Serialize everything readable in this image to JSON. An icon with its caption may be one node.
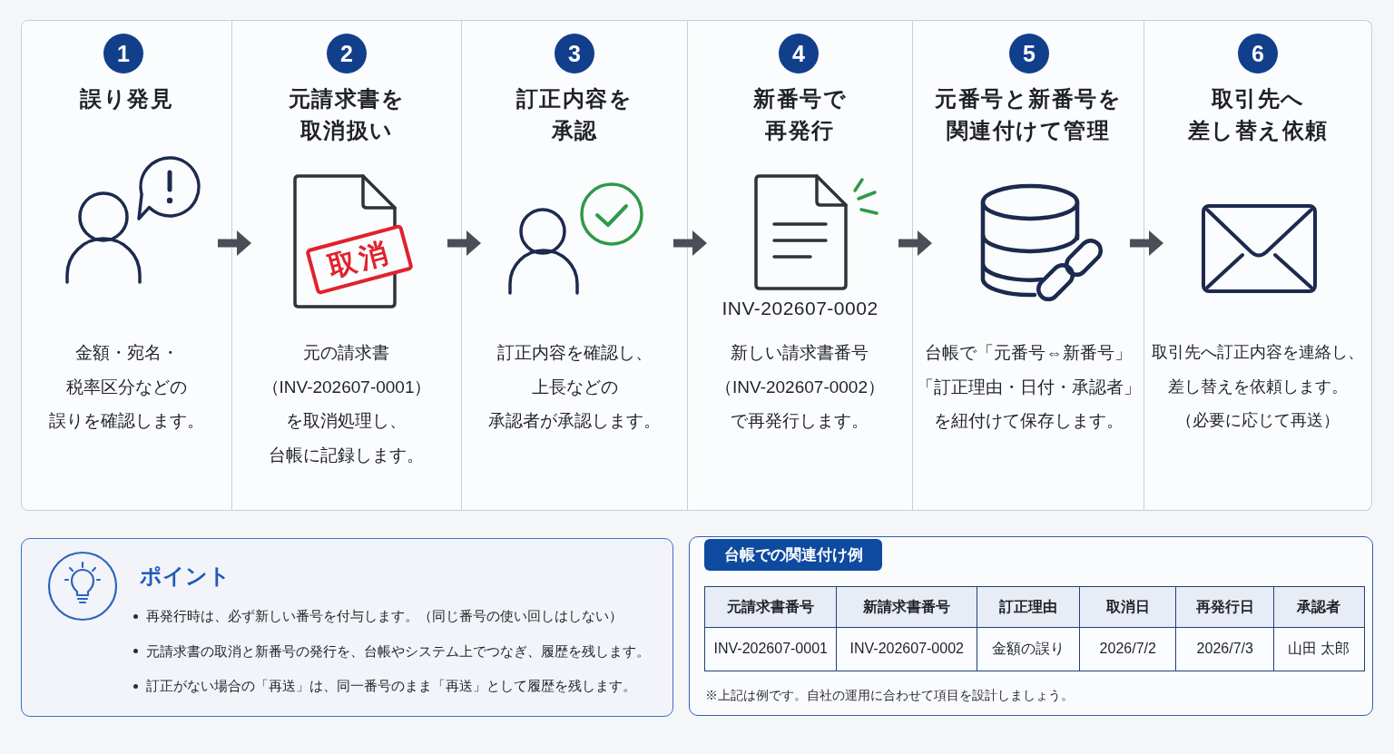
{
  "diagram": {
    "nodes": [
      {
        "text": [
          "誤り発見",
          "金額・宛名・税率区分などの誤りを確認します。"
        ]
      },
      {
        "text": [
          "1"
        ],
        "in": 0
      },
      {
        "text": [
          "元請求書を取消扱い",
          "元の請求書（INV-202607-0001）を取消処理し、台帳に記録します。"
        ]
      },
      {
        "text": [
          "2"
        ],
        "in": 2
      },
      {
        "text": [
          "取消"
        ],
        "in": 2
      },
      {
        "text": [
          "訂正内容を承認",
          "訂正内容を確認し、上長などの承認者が承認します。"
        ]
      },
      {
        "text": [
          "3"
        ],
        "in": 5
      },
      {
        "text": [
          "新番号で再発行",
          "INV-202607-0002",
          "新しい請求書番号（INV-202607-0002）で再発行します。"
        ]
      },
      {
        "text": [
          "4"
        ],
        "in": 7
      },
      {
        "text": [
          "元番号と新番号を関連付けて管理",
          "台帳で「元番号⇔新番号」「訂正理由・日付・承認者」を紐付けて保存します。"
        ]
      },
      {
        "text": [
          "5"
        ],
        "in": 9
      },
      {
        "text": [
          "取引先へ差し替え依頼",
          "取引先へ訂正内容を連絡し、差し替えを依頼します。（必要に応じて再送）"
        ]
      },
      {
        "text": [
          "6"
        ],
        "in": 11
      },
      {
        "text": [
          "ポイント",
          "再発行時は、必ず新しい番号を付与します。（同じ番号の使い回しはしない）",
          "元請求書の取消と新番号の発行を、台帳やシステム上でつなぎ、履歴を残します。",
          "訂正がない場合の「再送」は、同一番号のまま「再送」として履歴を残します。"
        ]
      },
      {
        "text": [
          "※上記は例です。自社の運用に合わせて項目を設計しましょう。"
        ]
      },
      {
        "text": [
          "台帳での関連付け例"
        ],
        "in": 14
      }
    ],
    "edges": [
      {
        "from": 0,
        "to": 2,
        "arrow": "to"
      },
      {
        "from": 2,
        "to": 5,
        "arrow": "to"
      },
      {
        "from": 5,
        "to": 7,
        "arrow": "to"
      },
      {
        "from": 7,
        "to": 9,
        "arrow": "to"
      },
      {
        "from": 9,
        "to": 11,
        "arrow": "to"
      }
    ],
    "labels": [
      "元請求書番号",
      "新請求書番号",
      "訂正理由",
      "取消日",
      "再発行日",
      "承認者",
      "INV-202607-0001",
      "INV-202607-0002",
      "金額の誤り",
      "2026/7/2",
      "2026/7/3",
      "山田 太郎"
    ]
  }
}
